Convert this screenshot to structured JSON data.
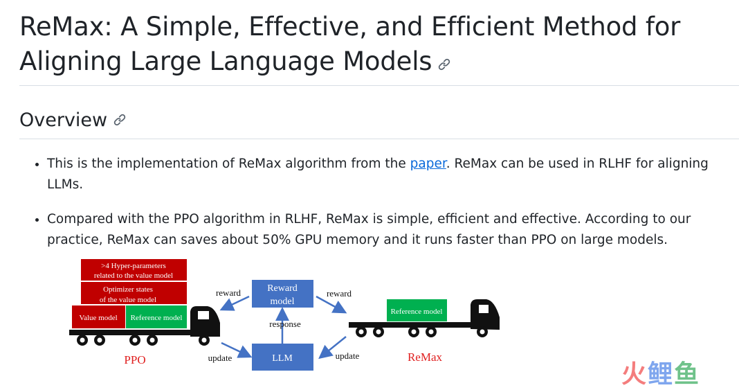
{
  "title": "ReMax: A Simple, Effective, and Efficient Method for Aligning Large Language Models",
  "overview_heading": "Overview",
  "bullets": {
    "b1_before": "This is the implementation of ReMax algorithm from the ",
    "b1_link": "paper",
    "b1_after": ". ReMax can be used in RLHF for aligning LLMs.",
    "b2": "Compared with the PPO algorithm in RLHF, ReMax is simple, efficient and effective. According to our practice, ReMax can saves about 50% GPU memory and it runs faster than PPO on large models."
  },
  "diagram": {
    "ppo_box1_l1": ">4 Hyper-parameters",
    "ppo_box1_l2": "related to the value model",
    "ppo_box2_l1": "Optimizer states",
    "ppo_box2_l2": "of the value model",
    "value_model": "Value model",
    "reference_model": "Reference model",
    "ppo_label": "PPO",
    "remax_label": "ReMax",
    "reward_model_l1": "Reward",
    "reward_model_l2": "model",
    "llm": "LLM",
    "reward": "reward",
    "update": "update",
    "response": "response",
    "colors": {
      "red": "#c00000",
      "green": "#00b050",
      "blue": "#4472c4",
      "label_red": "#e02020"
    }
  },
  "watermark": "火鲤鱼"
}
